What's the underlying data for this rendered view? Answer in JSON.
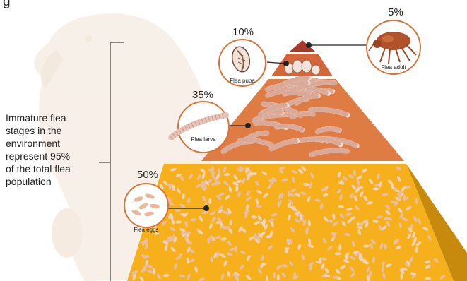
{
  "header": {
    "partial_title": "g"
  },
  "caption": {
    "lines": [
      "Immature flea",
      "stages in the",
      "environment",
      "represent 95%",
      "of the total flea",
      "population"
    ]
  },
  "stages": {
    "adult": {
      "percent": "5%",
      "label": "Flea adult",
      "share": 5
    },
    "pupa": {
      "percent": "10%",
      "label": "Flea pupa",
      "share": 10
    },
    "larva": {
      "percent": "35%",
      "label": "Flea larva",
      "share": 35
    },
    "eggs": {
      "percent": "50%",
      "label": "Flea eggs",
      "share": 50
    }
  },
  "colors": {
    "adult_tier": "#a8382a",
    "pupa_tier": "#d3663a",
    "larva_tier": "#df7c43",
    "eggs_tier": "#f5b01b",
    "eggs_side": "#c88a0c",
    "circle_stroke": "#d8743a",
    "dog_silhouette": "#f2e4d6"
  },
  "icons": [
    "dog-silhouette-icon",
    "flea-adult-icon",
    "flea-pupa-icon",
    "flea-larva-icon",
    "flea-eggs-icon"
  ]
}
